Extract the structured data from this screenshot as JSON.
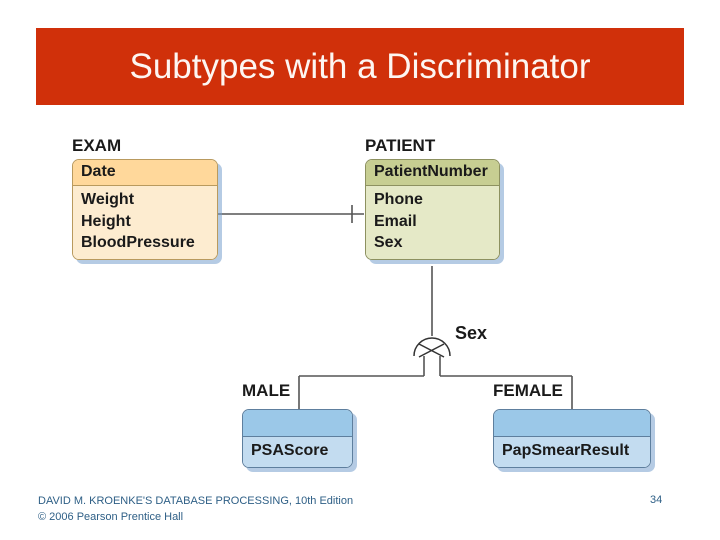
{
  "slide": {
    "title": "Subtypes with a Discriminator",
    "accent_color": "#d0300a",
    "title_color": "#fdf6f2",
    "page_number": "34"
  },
  "diagram": {
    "entities": [
      {
        "name": "EXAM",
        "identifier": "Date",
        "attributes": [
          "Weight",
          "Height",
          "BloodPressure"
        ],
        "header_color": "#ffd89b",
        "body_color": "#fdecd0"
      },
      {
        "name": "PATIENT",
        "identifier": "PatientNumber",
        "attributes": [
          "Phone",
          "Email",
          "Sex"
        ],
        "header_color": "#c7ce92",
        "body_color": "#e5e9c7"
      }
    ],
    "discriminator": {
      "label": "Sex",
      "symbol": "half-circle-with-x"
    },
    "subtypes": [
      {
        "name": "MALE",
        "identifier": "",
        "attributes": [
          "PSAScore"
        ],
        "header_color": "#9bc8e8",
        "body_color": "#c3dcf0"
      },
      {
        "name": "FEMALE",
        "identifier": "",
        "attributes": [
          "PapSmearResult"
        ],
        "header_color": "#9bc8e8",
        "body_color": "#c3dcf0"
      }
    ],
    "relationship": {
      "from": "EXAM",
      "to": "PATIENT",
      "from_cardinality": "many",
      "to_cardinality": "one"
    }
  },
  "footer": {
    "line1": "DAVID M. KROENKE'S DATABASE PROCESSING, 10th Edition",
    "line2": "© 2006 Pearson Prentice Hall",
    "text_color": "#2e5f86"
  }
}
